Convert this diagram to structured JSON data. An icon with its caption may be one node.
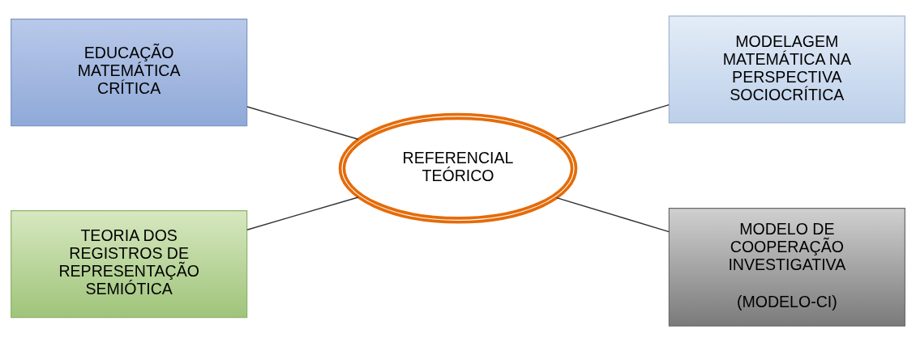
{
  "diagram": {
    "nodes": [
      {
        "text": [
          "EDUCAÇÃO MATEMÁTICA CRÍTICA"
        ]
      },
      {
        "text": [
          "MODELAGEM MATEMÁTICA NA PERSPECTIVA SOCIOCRÍTICA"
        ]
      },
      {
        "text": [
          "REFERENCIAL TEÓRICO"
        ]
      },
      {
        "text": [
          "TEORIA DOS REGISTROS DE REPRESENTAÇÃO SEMIÓTICA"
        ]
      },
      {
        "text": [
          "MODELO DE COOPERAÇÃO INVESTIGATIVA",
          "(MODELO-CI)"
        ]
      }
    ],
    "edges": [
      {
        "from": 0,
        "to": 2,
        "arrow": "none"
      },
      {
        "from": 2,
        "to": 1,
        "arrow": "none"
      },
      {
        "from": 3,
        "to": 2,
        "arrow": "none"
      },
      {
        "from": 2,
        "to": 4,
        "arrow": "none"
      }
    ]
  }
}
